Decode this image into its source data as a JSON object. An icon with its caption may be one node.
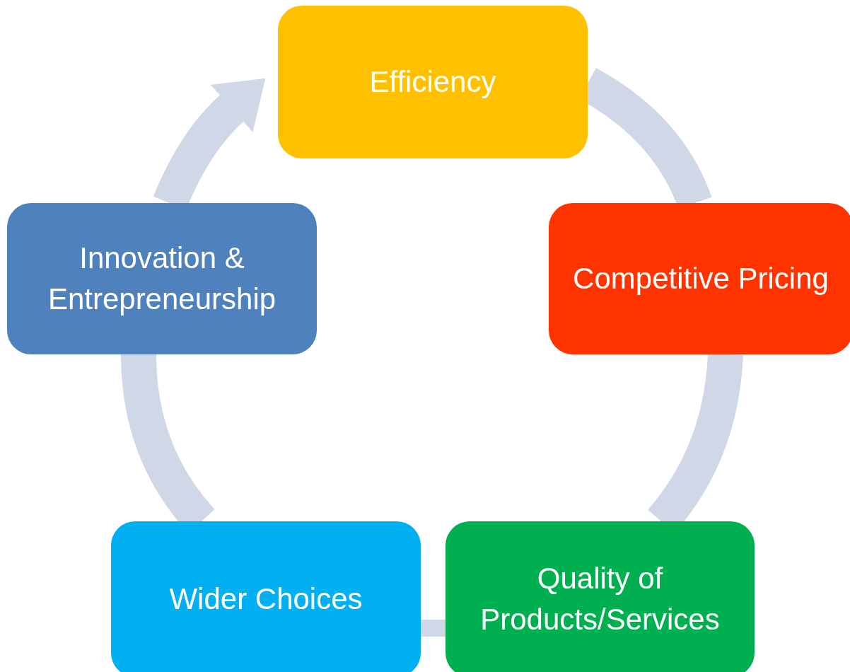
{
  "diagram": {
    "nodes": [
      {
        "text": [
          "Efficiency"
        ]
      },
      {
        "text": [
          "Competitive Pricing"
        ]
      },
      {
        "text": [
          "Quality of Products/Services"
        ]
      },
      {
        "text": [
          "Wider Choices"
        ]
      },
      {
        "text": [
          "Innovation & Entrepreneurship"
        ]
      }
    ],
    "edges": [
      {
        "from": 0,
        "to": 1,
        "arrow": "none"
      },
      {
        "from": 1,
        "to": 2,
        "arrow": "none"
      },
      {
        "from": 2,
        "to": 3,
        "arrow": "none"
      },
      {
        "from": 3,
        "to": 4,
        "arrow": "none"
      },
      {
        "from": 4,
        "to": 0,
        "arrow": "to"
      }
    ]
  }
}
